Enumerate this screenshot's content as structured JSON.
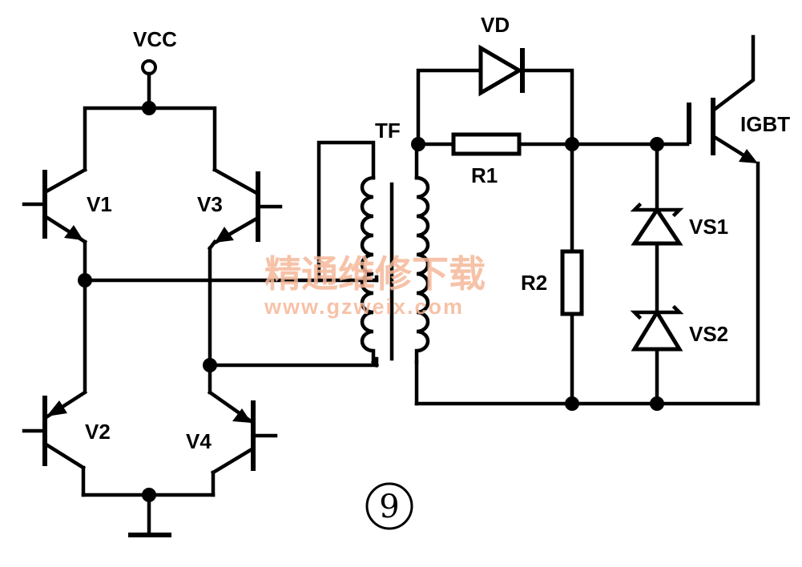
{
  "labels": {
    "vcc": "VCC",
    "v1": "V1",
    "v2": "V2",
    "v3": "V3",
    "v4": "V4",
    "tf": "TF",
    "vd": "VD",
    "r1": "R1",
    "r2": "R2",
    "vs1": "VS1",
    "vs2": "VS2",
    "igbt": "IGBT"
  },
  "figure_number": "9",
  "watermark": {
    "text": "精通维修下载",
    "url": "www.gzweix.com",
    "color": "#f5b89a"
  }
}
